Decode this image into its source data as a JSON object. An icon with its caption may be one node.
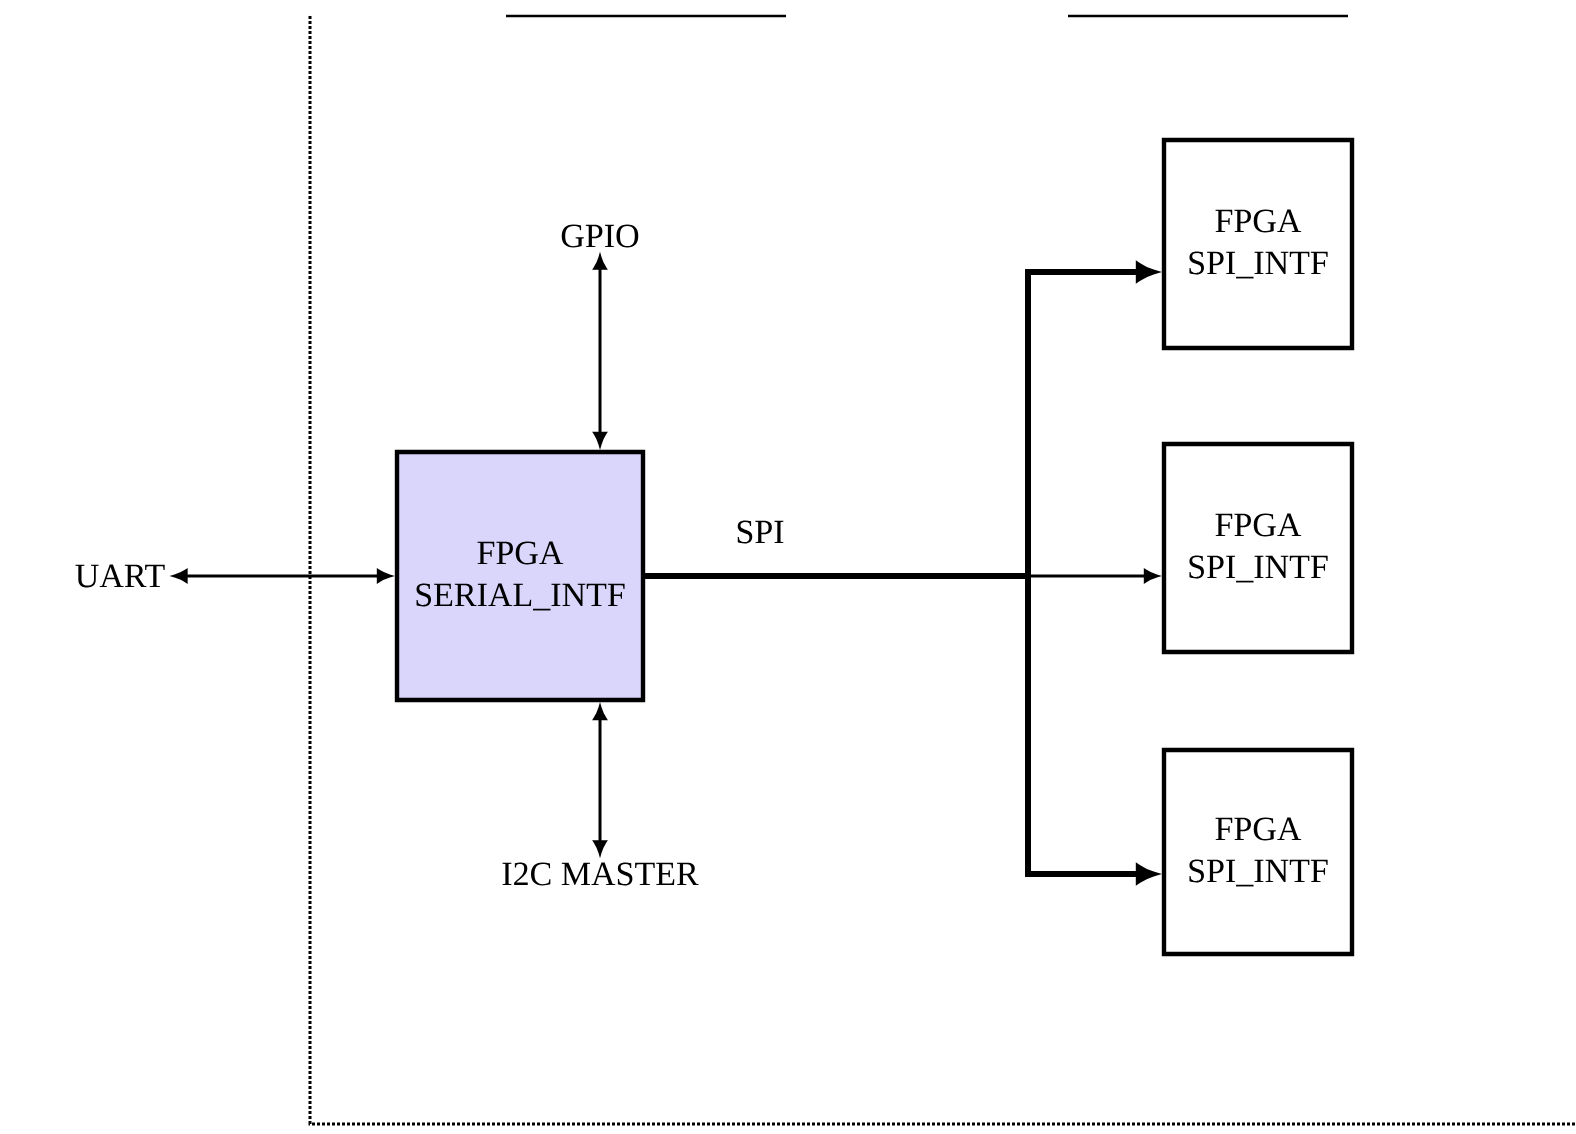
{
  "diagram": {
    "nodes": [
      {
        "text": [
          "UART"
        ]
      },
      {
        "text": [
          "GPIO"
        ]
      },
      {
        "text": [
          "FPGA SERIAL_INTF"
        ]
      },
      {
        "text": [
          "I2C MASTER"
        ]
      },
      {
        "text": [
          "FPGA SPI_INTF"
        ]
      },
      {
        "text": [
          "FPGA SPI_INTF"
        ]
      },
      {
        "text": [
          "FPGA SPI_INTF"
        ]
      }
    ],
    "edges": [
      {
        "from": 0,
        "to": 2,
        "arrow": "both"
      },
      {
        "from": 1,
        "to": 2,
        "arrow": "both"
      },
      {
        "from": 2,
        "to": 3,
        "arrow": "both"
      },
      {
        "from": 2,
        "to": 4,
        "arrow": "to",
        "style": "thick"
      },
      {
        "from": 2,
        "to": 5,
        "arrow": "to",
        "label": "SPI"
      },
      {
        "from": 2,
        "to": 6,
        "arrow": "to",
        "style": "thick"
      }
    ]
  }
}
